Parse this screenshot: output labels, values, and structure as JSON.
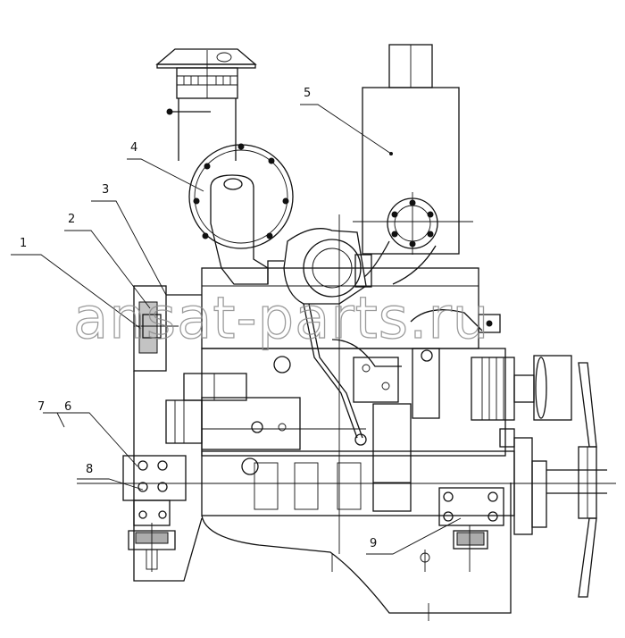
{
  "watermark": "ansat-parts.ru",
  "callouts": [
    {
      "id": "callout-1",
      "label": "1"
    },
    {
      "id": "callout-2",
      "label": "2"
    },
    {
      "id": "callout-3",
      "label": "3"
    },
    {
      "id": "callout-4",
      "label": "4"
    },
    {
      "id": "callout-5",
      "label": "5"
    },
    {
      "id": "callout-6",
      "label": "6"
    },
    {
      "id": "callout-7",
      "label": "7"
    },
    {
      "id": "callout-8",
      "label": "8"
    },
    {
      "id": "callout-9",
      "label": "9"
    }
  ],
  "colors": {
    "line": "#111111",
    "background": "#ffffff",
    "watermark": "#8a8a8a"
  }
}
